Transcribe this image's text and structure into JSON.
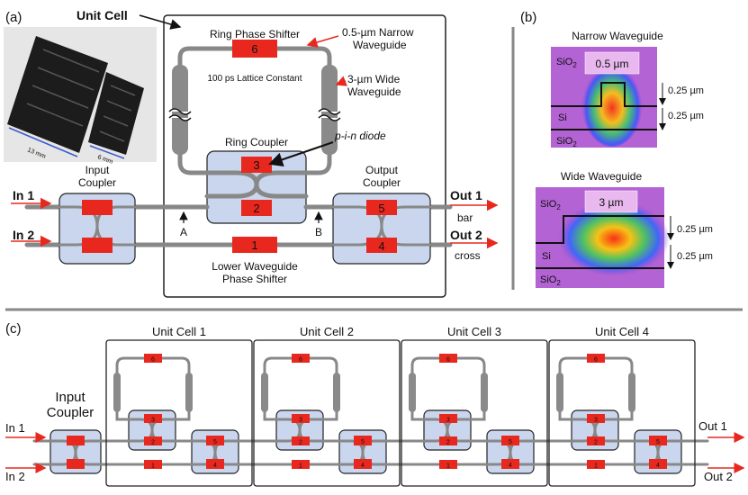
{
  "panel_a": {
    "tag": "(a)",
    "unit_cell_label": "Unit Cell",
    "photo_dim_1": "13 mm",
    "photo_dim_2": "6 mm",
    "ring_phase_shifter": "Ring Phase Shifter",
    "narrow_wg": [
      "0.5-µm Narrow",
      "Waveguide"
    ],
    "wide_wg": [
      "3-µm Wide",
      "Waveguide"
    ],
    "lattice_constant": "100 ps Lattice Constant",
    "ring_coupler": "Ring Coupler",
    "pin_diode": "p-i-n diode",
    "input_coupler": [
      "Input",
      "Coupler"
    ],
    "output_coupler": [
      "Output",
      "Coupler"
    ],
    "lower_wg": [
      "Lower Waveguide",
      "Phase Shifter"
    ],
    "in1": "In 1",
    "in2": "In 2",
    "out1": "Out 1",
    "out2": "Out 2",
    "bar": "bar",
    "cross": "cross",
    "point_a": "A",
    "point_b": "B",
    "shifters": [
      "6",
      "3",
      "2",
      "5",
      "1",
      "4"
    ]
  },
  "panel_b": {
    "tag": "(b)",
    "narrow_title": "Narrow Waveguide",
    "wide_title": "Wide Waveguide",
    "narrow_width": "0.5 µm",
    "wide_width": "3 µm",
    "thickness": "0.25 µm",
    "sio2": "SiO",
    "sub2": "2",
    "si": "Si"
  },
  "panel_c": {
    "tag": "(c)",
    "input_coupler": [
      "Input",
      "Coupler"
    ],
    "cells": [
      "Unit Cell 1",
      "Unit Cell 2",
      "Unit Cell 3",
      "Unit Cell 4"
    ],
    "in1": "In 1",
    "in2": "In 2",
    "out1": "Out 1",
    "out2": "Out 2",
    "shifters": [
      "6",
      "3",
      "2",
      "5",
      "1",
      "4"
    ]
  },
  "colors": {
    "shifter": "#e8281e",
    "coupler": "#c9d6ee",
    "waveguide": "#888888",
    "arrow": "#e8281e"
  }
}
